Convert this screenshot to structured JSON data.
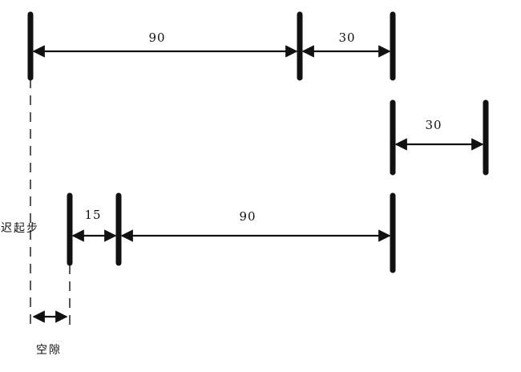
{
  "labels": {
    "top_span_a": "90",
    "top_span_b": "30",
    "middle_span": "30",
    "lower_span_a": "15",
    "lower_span_b": "90",
    "delayed_start": "迟起步",
    "gap": "空隙"
  }
}
